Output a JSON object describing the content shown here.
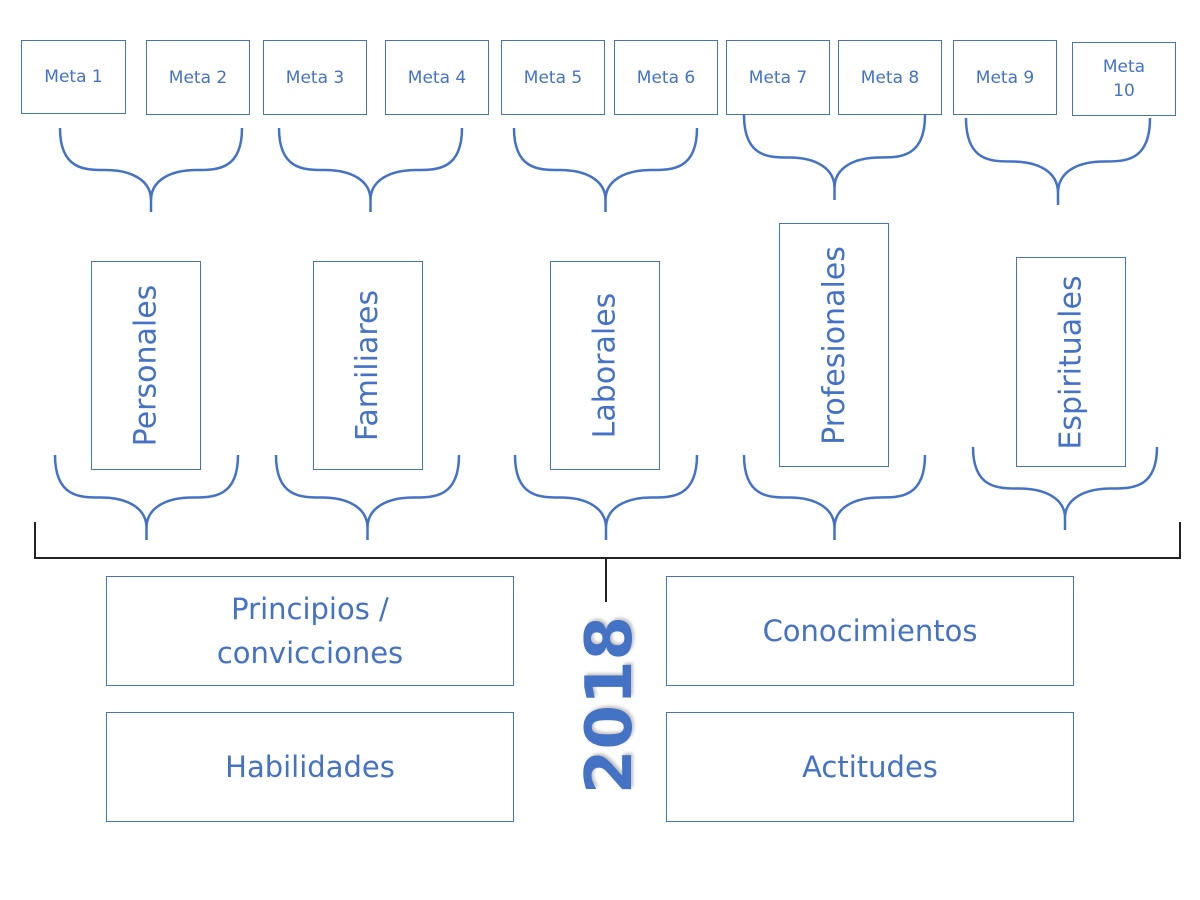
{
  "metas": [
    "Meta 1",
    "Meta 2",
    "Meta 3",
    "Meta 4",
    "Meta 5",
    "Meta 6",
    "Meta 7",
    "Meta 8",
    "Meta 9",
    "Meta 10"
  ],
  "categories": [
    "Personales",
    "Familiares",
    "Laborales",
    "Profesionales",
    "Espirituales"
  ],
  "year": "2018",
  "foundations": {
    "principios": "Principios / convicciones",
    "conocimientos": "Conocimientos",
    "habilidades": "Habilidades",
    "actitudes": "Actitudes"
  },
  "colors": {
    "accent": "#4472C4",
    "bracket": "#222222"
  }
}
